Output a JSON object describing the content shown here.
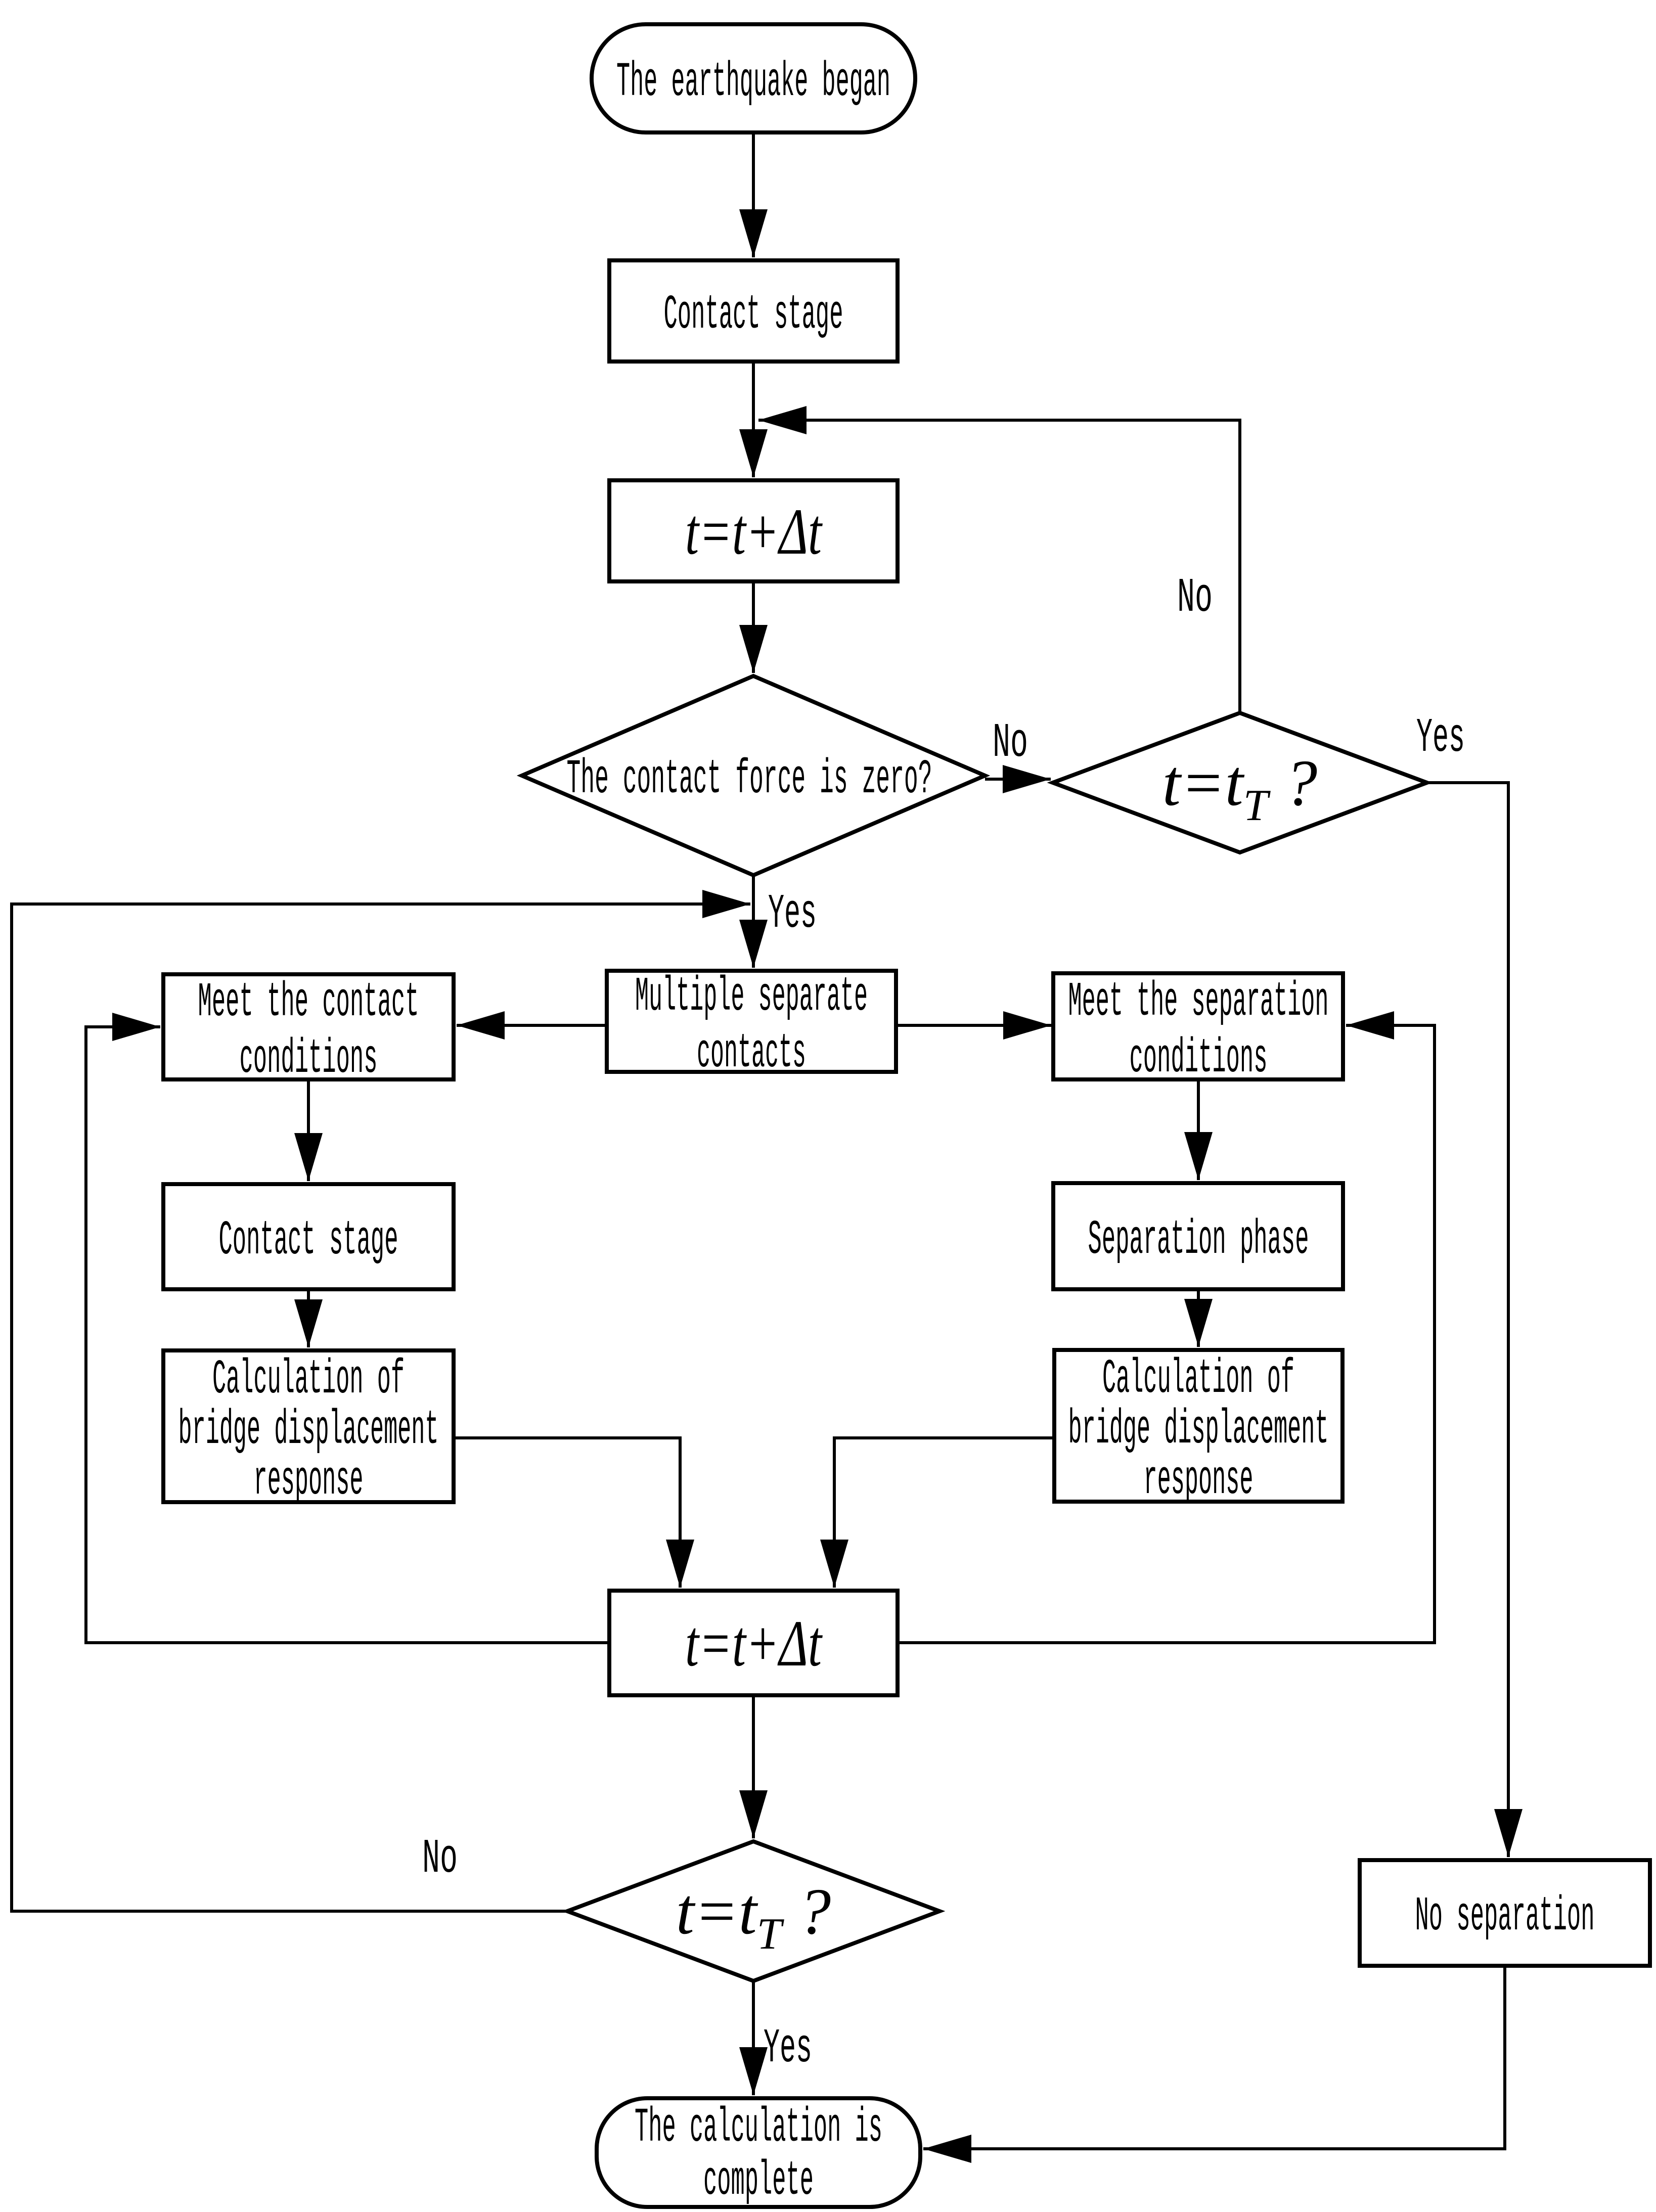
{
  "figure": {
    "background": "#ffffff",
    "line_color": "#000000",
    "type": "flowchart"
  },
  "nodes": {
    "start": {
      "label": "The earthquake began",
      "shape": "rounded"
    },
    "contact_stage_top": {
      "label": "Contact stage",
      "shape": "rect"
    },
    "time_step_1": {
      "label": "t=t+Δt",
      "shape": "rect"
    },
    "contact_force_zero": {
      "label": "The contact force is zero?",
      "shape": "diamond"
    },
    "time_check_right": {
      "pre": "t=t",
      "sub": "T",
      "post": " ?",
      "shape": "diamond"
    },
    "multiple_separate_contacts": {
      "line1": "Multiple separate",
      "line2": "contacts",
      "shape": "rect"
    },
    "meet_contact_conditions": {
      "line1": "Meet the contact",
      "line2": "conditions",
      "shape": "rect"
    },
    "meet_separation_conditions": {
      "line1": "Meet the separation",
      "line2": "conditions",
      "shape": "rect"
    },
    "contact_stage_left": {
      "label": "Contact stage",
      "shape": "rect"
    },
    "separation_phase": {
      "label": "Separation phase",
      "shape": "rect"
    },
    "calculation_left": {
      "line1": "Calculation of",
      "line2": "bridge displacement",
      "line3": "response",
      "shape": "rect"
    },
    "calculation_right": {
      "line1": "Calculation of",
      "line2": "bridge displacement",
      "line3": "response",
      "shape": "rect"
    },
    "time_step_2": {
      "label": "t=t+Δt",
      "shape": "rect"
    },
    "time_check_bottom": {
      "pre": "t=t",
      "sub": "T",
      "post": " ?",
      "shape": "diamond"
    },
    "no_separation": {
      "label": "No separation",
      "shape": "rect"
    },
    "end": {
      "line1": "The calculation is",
      "line2": "complete",
      "shape": "rounded"
    }
  },
  "edge_labels": {
    "yes": "Yes",
    "no": "No"
  }
}
